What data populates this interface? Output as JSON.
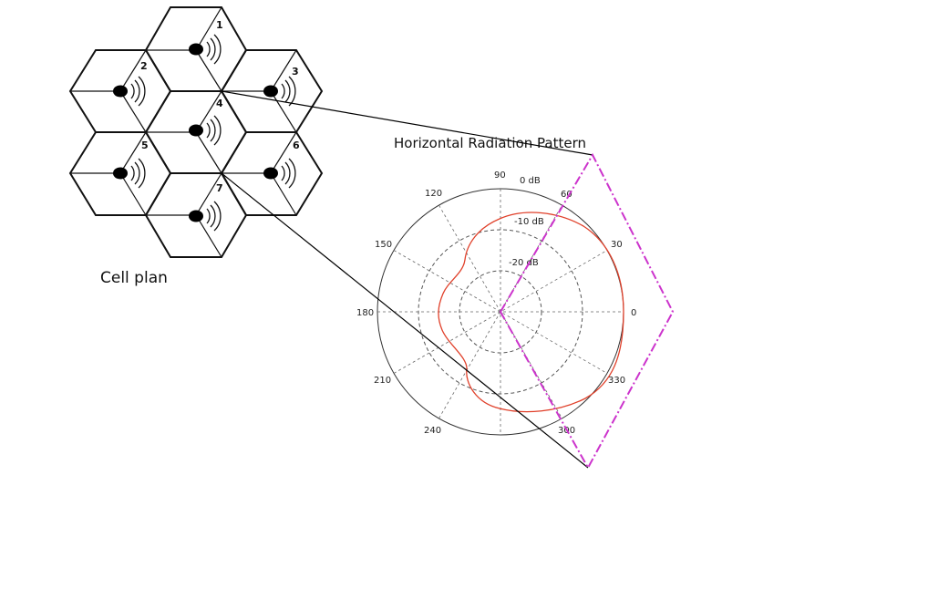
{
  "cell_plan": {
    "caption": "Cell plan",
    "cells": [
      {
        "number": "1"
      },
      {
        "number": "2"
      },
      {
        "number": "3"
      },
      {
        "number": "4"
      },
      {
        "number": "5"
      },
      {
        "number": "6"
      },
      {
        "number": "7"
      }
    ]
  },
  "pattern": {
    "title": "Horizontal Radiation Pattern",
    "angle_labels": [
      "0",
      "30",
      "60",
      "90",
      "120",
      "150",
      "180",
      "210",
      "240",
      "300",
      "330"
    ],
    "db_labels": [
      "0 dB",
      "-10 dB",
      "-20 dB"
    ]
  },
  "colors": {
    "pattern_curve": "#e0402a",
    "sector_outline": "#cc33cc",
    "lines": "#000000"
  }
}
